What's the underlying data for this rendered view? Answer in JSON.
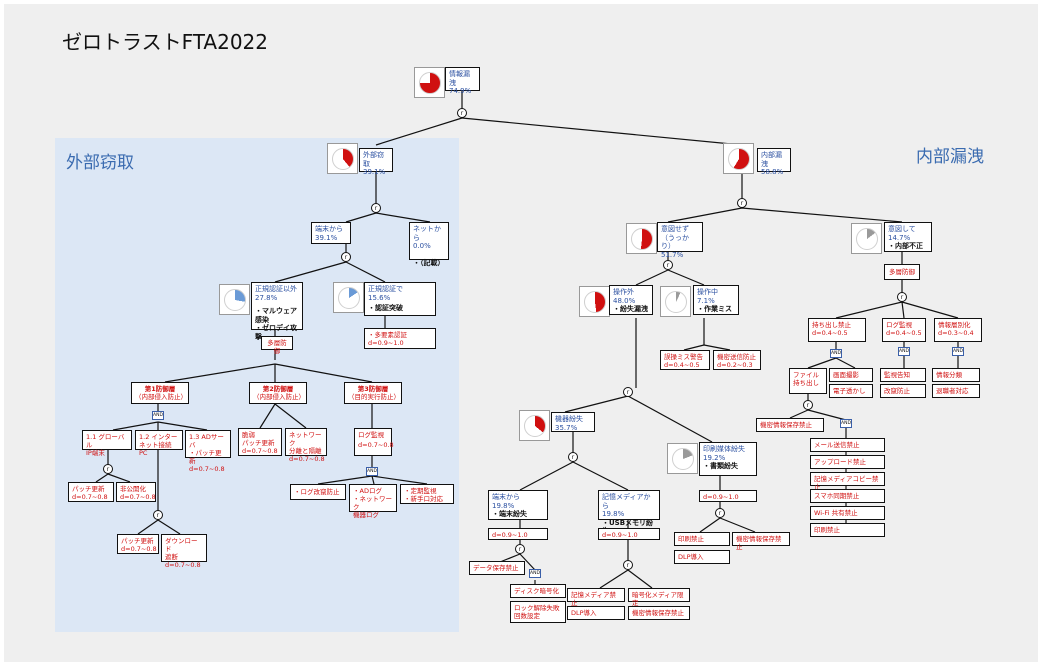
{
  "title": "ゼロトラストFTA2022",
  "regions": {
    "external": "外部窃取",
    "internal": "内部漏洩"
  },
  "colors": {
    "red": "#d01010",
    "blue_text": "#2a4fa0",
    "region_blue": "#dce7f5",
    "grey": "#999999"
  },
  "gate_symbol": "r",
  "and_symbol": "AND",
  "pie_fractions": {
    "top": 0.749,
    "ext": 0.391,
    "terminal": 0.391,
    "not_auth": 0.278,
    "auth": 0.156,
    "int": 0.588,
    "unintentional": 0.517,
    "intentional": 0.147,
    "outside_op": 0.48,
    "during_op": 0.071,
    "device_loss": 0.357,
    "print_loss": 0.192
  },
  "nodes": {
    "top": {
      "title": "情報漏洩",
      "pct": "74.9%"
    },
    "ext": {
      "title": "外部窃取",
      "pct": "39.1%"
    },
    "terminal": {
      "title": "端末から",
      "pct": "39.1%"
    },
    "network": {
      "title": "ネットから",
      "pct": "0.0%",
      "bullet": "・（記載）"
    },
    "not_auth": {
      "title": "正規認証以外",
      "pct": "27.8%",
      "bullet1": "・マルウェア感染",
      "bullet2": "・ゼロデイ攻撃"
    },
    "auth": {
      "title": "正規認証で",
      "pct": "15.6%",
      "bullet": "・認証突破"
    },
    "multifactor": {
      "text": "・多要素認証",
      "val": "d=0.9~1.0"
    },
    "multilayer": {
      "text": "多層防御"
    },
    "layer1": {
      "l1": "第1防御層",
      "l2": "（内部侵入防止）"
    },
    "layer2": {
      "l1": "第2防御層",
      "l2": "（内部侵入防止）"
    },
    "layer3": {
      "l1": "第3防御層",
      "l2": "（目的実行防止）"
    },
    "c11": {
      "l1": "1.1 グローバル",
      "l2": "IP端末"
    },
    "c12": {
      "l1": "1.2 インター",
      "l2": "ネット接続PC"
    },
    "c13": {
      "l1": "1.3 ADサーバ",
      "l2": "・パッチ更新",
      "val": "d=0.7~0.8"
    },
    "c21": {
      "l1": "脆弱",
      "l2": "パッチ更新",
      "val": "d=0.7~0.8"
    },
    "c22": {
      "l1": "ネットワーク",
      "l2": "分離と隔離",
      "val": "d=0.7~0.8"
    },
    "c31": {
      "l1": "ログ監視",
      "val": "d=0.7~0.8"
    },
    "patch1": {
      "l1": "パッチ更新",
      "val": "d=0.7~0.8"
    },
    "vuln": {
      "l1": "非公開化",
      "val": "d=0.7~0.8"
    },
    "patch2": {
      "l1": "パッチ更新",
      "val": "d=0.7~0.8"
    },
    "download": {
      "l1": "ダウンロード",
      "l2": "遮断",
      "val": "d=0.7~0.8"
    },
    "log_alt": {
      "text": "・ログ改竄防止"
    },
    "ad_log": {
      "l1": "・ADログ",
      "l2": "・ネットワーク",
      "l3": "機器ログ"
    },
    "periodic": {
      "l1": "・定期監視",
      "l2": "・新手口対応"
    },
    "int": {
      "title": "内部漏洩",
      "pct": "58.8%"
    },
    "unintentional": {
      "title": "意図せず",
      "sub": "（うっかり）",
      "pct": "51.7%"
    },
    "intentional": {
      "title": "意図して",
      "pct": "14.7%",
      "bullet": "・内部不正"
    },
    "multilayer2": {
      "text": "多層防御"
    },
    "outside_op": {
      "title": "操作外",
      "pct": "48.0%",
      "bullet": "・紛失漏洩"
    },
    "during_op": {
      "title": "操作中",
      "pct": "7.1%",
      "bullet": "・作業ミス"
    },
    "mistake_alert": {
      "l1": "誤操ミス警告",
      "val": "d=0.4~0.5"
    },
    "confidential_send": {
      "l1": "機密送信防止",
      "val": "d=0.2~0.3"
    },
    "take_out": {
      "l1": "持ち出し禁止",
      "val": "d=0.4~0.5"
    },
    "log_monitor": {
      "l1": "ログ監視",
      "val": "d=0.4~0.5"
    },
    "info_class": {
      "l1": "情報層別化",
      "val": "d=0.3~0.4"
    },
    "file_out": {
      "l1": "ファイル",
      "l2": "持ち出し"
    },
    "screen_capture": {
      "text": "画面撮影"
    },
    "ewatermark": {
      "text": "電子透かし"
    },
    "monitor_notify": {
      "text": "監視告知"
    },
    "tamper": {
      "text": "改竄防止"
    },
    "info_seg": {
      "text": "情報分類"
    },
    "retire": {
      "text": "退職者対応"
    },
    "confidential_store": {
      "text": "機密情報保存禁止"
    },
    "mail_ban": {
      "text": "メール送信禁止"
    },
    "upload_ban": {
      "text": "アップロード禁止"
    },
    "media_copy_ban": {
      "text": "記憶メディアコピー禁止"
    },
    "phone_sync_ban": {
      "text": "スマホ同期禁止"
    },
    "wifi_ban": {
      "text": "Wi-Fi 共有禁止"
    },
    "print_ban": {
      "text": "印刷禁止"
    },
    "device_loss": {
      "title": "機器紛失",
      "pct": "35.7%"
    },
    "print_loss": {
      "title": "印刷媒体紛失",
      "pct": "19.2%",
      "bullet": "・書類紛失"
    },
    "print_d": {
      "text": "d=0.9~1.0"
    },
    "print_ban2": {
      "text": "印刷禁止"
    },
    "confidential_store2": {
      "text": "機密情報保存禁止"
    },
    "dlp1": {
      "text": "DLP導入"
    },
    "from_terminal": {
      "title": "端末から",
      "pct": "19.8%",
      "bullet": "・端末紛失"
    },
    "from_media": {
      "title": "記憶メディアから",
      "pct": "19.8%",
      "bullet": "・USBメモリ紛失"
    },
    "term_d": {
      "text": "d=0.9~1.0"
    },
    "media_d": {
      "text": "d=0.9~1.0"
    },
    "data_store_ban": {
      "text": "データ保存禁止"
    },
    "disk_encrypt": {
      "text": "ディスク暗号化"
    },
    "lock_wipe": {
      "l1": "ロック解除失敗",
      "l2": "回数設定"
    },
    "media_ban": {
      "text": "記憶メディア禁止"
    },
    "enc_media": {
      "text": "暗号化メディア限定"
    },
    "dlp2": {
      "text": "DLP導入"
    },
    "confidential_store3": {
      "text": "機密情報保存禁止"
    }
  }
}
